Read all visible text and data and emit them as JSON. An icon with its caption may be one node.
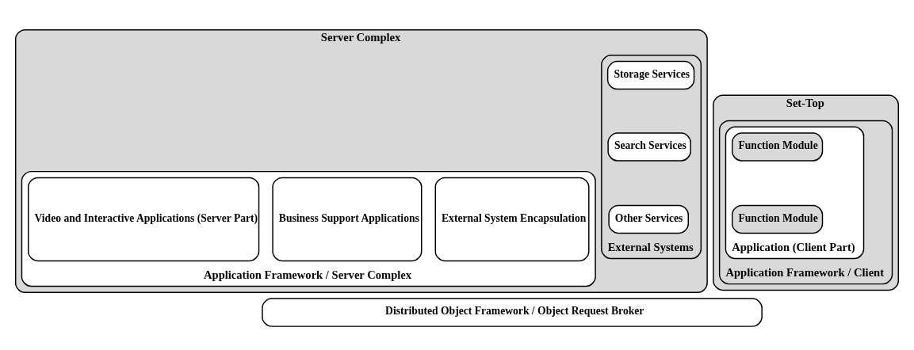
{
  "diagram": {
    "nodes": [
      {
        "text": [
          "Server Complex"
        ]
      },
      {
        "text": [
          "External Systems"
        ],
        "in": 0
      },
      {
        "text": [
          "Storage Services"
        ],
        "in": 1
      },
      {
        "text": [
          "Search Services"
        ],
        "in": 1
      },
      {
        "text": [
          "Other Services"
        ],
        "in": 1
      },
      {
        "text": [
          "Application Framework / Server Complex"
        ],
        "in": 0
      },
      {
        "text": [
          "External System Encapsulation"
        ],
        "in": 5
      },
      {
        "text": [
          "Business Support Applications"
        ],
        "in": 5
      },
      {
        "text": [
          "Video and Interactive Applications (Server Part)"
        ],
        "in": 5
      },
      {
        "text": [
          "Set-Top"
        ]
      },
      {
        "text": [
          "Application Framework / Client"
        ],
        "in": 9
      },
      {
        "text": [
          "Application (Client Part)"
        ],
        "in": 10
      },
      {
        "text": [
          "Function Module"
        ],
        "in": 11
      },
      {
        "text": [
          "Function Module"
        ],
        "in": 11
      },
      {
        "text": [
          "Distributed Object Framework / Object Request Broker"
        ]
      }
    ],
    "edges": []
  }
}
